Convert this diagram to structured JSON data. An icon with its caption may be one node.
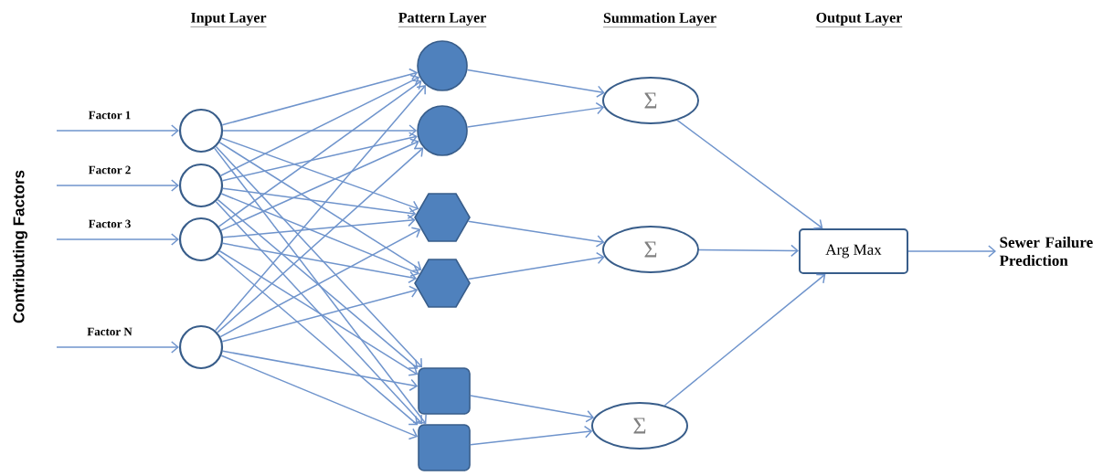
{
  "diagram": {
    "nodes": [
      {
        "text": [],
        "shape": "circle"
      },
      {
        "text": [],
        "shape": "circle"
      },
      {
        "text": [],
        "shape": "circle"
      },
      {
        "text": [],
        "shape": "circle"
      },
      {
        "text": [],
        "shape": "circle"
      },
      {
        "text": [],
        "shape": "circle"
      },
      {
        "text": [],
        "shape": "hexagon"
      },
      {
        "text": [],
        "shape": "hexagon"
      },
      {
        "text": [],
        "shape": "box"
      },
      {
        "text": [],
        "shape": "box"
      },
      {
        "text": [
          "Σ"
        ]
      },
      {
        "text": [
          "Σ"
        ]
      },
      {
        "text": [
          "Σ"
        ]
      },
      {
        "text": [
          "Arg Max"
        ]
      },
      {
        "text": [
          "Sewer Failure Prediction"
        ]
      }
    ],
    "edges": [
      {
        "from": null,
        "to": 0,
        "arrow": "to",
        "label": "Factor 1"
      },
      {
        "from": null,
        "to": 1,
        "arrow": "to",
        "label": "Factor 2"
      },
      {
        "from": null,
        "to": 2,
        "arrow": "to",
        "label": "Factor 3"
      },
      {
        "from": null,
        "to": 3,
        "arrow": "to",
        "label": "Factor N"
      },
      {
        "from": 0,
        "to": 4,
        "arrow": "to"
      },
      {
        "from": 0,
        "to": 5,
        "arrow": "to"
      },
      {
        "from": 0,
        "to": 6,
        "arrow": "to"
      },
      {
        "from": 0,
        "to": 7,
        "arrow": "to"
      },
      {
        "from": 0,
        "to": 8,
        "arrow": "to"
      },
      {
        "from": 0,
        "to": 9,
        "arrow": "to"
      },
      {
        "from": 1,
        "to": 4,
        "arrow": "to"
      },
      {
        "from": 1,
        "to": 5,
        "arrow": "to"
      },
      {
        "from": 1,
        "to": 6,
        "arrow": "to"
      },
      {
        "from": 1,
        "to": 7,
        "arrow": "to"
      },
      {
        "from": 1,
        "to": 8,
        "arrow": "to"
      },
      {
        "from": 1,
        "to": 9,
        "arrow": "to"
      },
      {
        "from": 2,
        "to": 4,
        "arrow": "to"
      },
      {
        "from": 2,
        "to": 5,
        "arrow": "to"
      },
      {
        "from": 2,
        "to": 6,
        "arrow": "to"
      },
      {
        "from": 2,
        "to": 7,
        "arrow": "to"
      },
      {
        "from": 2,
        "to": 8,
        "arrow": "to"
      },
      {
        "from": 2,
        "to": 9,
        "arrow": "to"
      },
      {
        "from": 3,
        "to": 4,
        "arrow": "to"
      },
      {
        "from": 3,
        "to": 5,
        "arrow": "to"
      },
      {
        "from": 3,
        "to": 6,
        "arrow": "to"
      },
      {
        "from": 3,
        "to": 7,
        "arrow": "to"
      },
      {
        "from": 3,
        "to": 8,
        "arrow": "to"
      },
      {
        "from": 3,
        "to": 9,
        "arrow": "to"
      },
      {
        "from": 4,
        "to": 10,
        "arrow": "to"
      },
      {
        "from": 5,
        "to": 10,
        "arrow": "to"
      },
      {
        "from": 6,
        "to": 11,
        "arrow": "to"
      },
      {
        "from": 7,
        "to": 11,
        "arrow": "to"
      },
      {
        "from": 8,
        "to": 12,
        "arrow": "to"
      },
      {
        "from": 9,
        "to": 12,
        "arrow": "to"
      },
      {
        "from": 10,
        "to": 13,
        "arrow": "to"
      },
      {
        "from": 11,
        "to": 13,
        "arrow": "to"
      },
      {
        "from": 12,
        "to": 13,
        "arrow": "to"
      },
      {
        "from": 13,
        "to": 14,
        "arrow": "to"
      }
    ],
    "labels": [
      "Input Layer",
      "Pattern Layer",
      "Summation Layer",
      "Output Layer",
      "Contributing Factors"
    ]
  }
}
